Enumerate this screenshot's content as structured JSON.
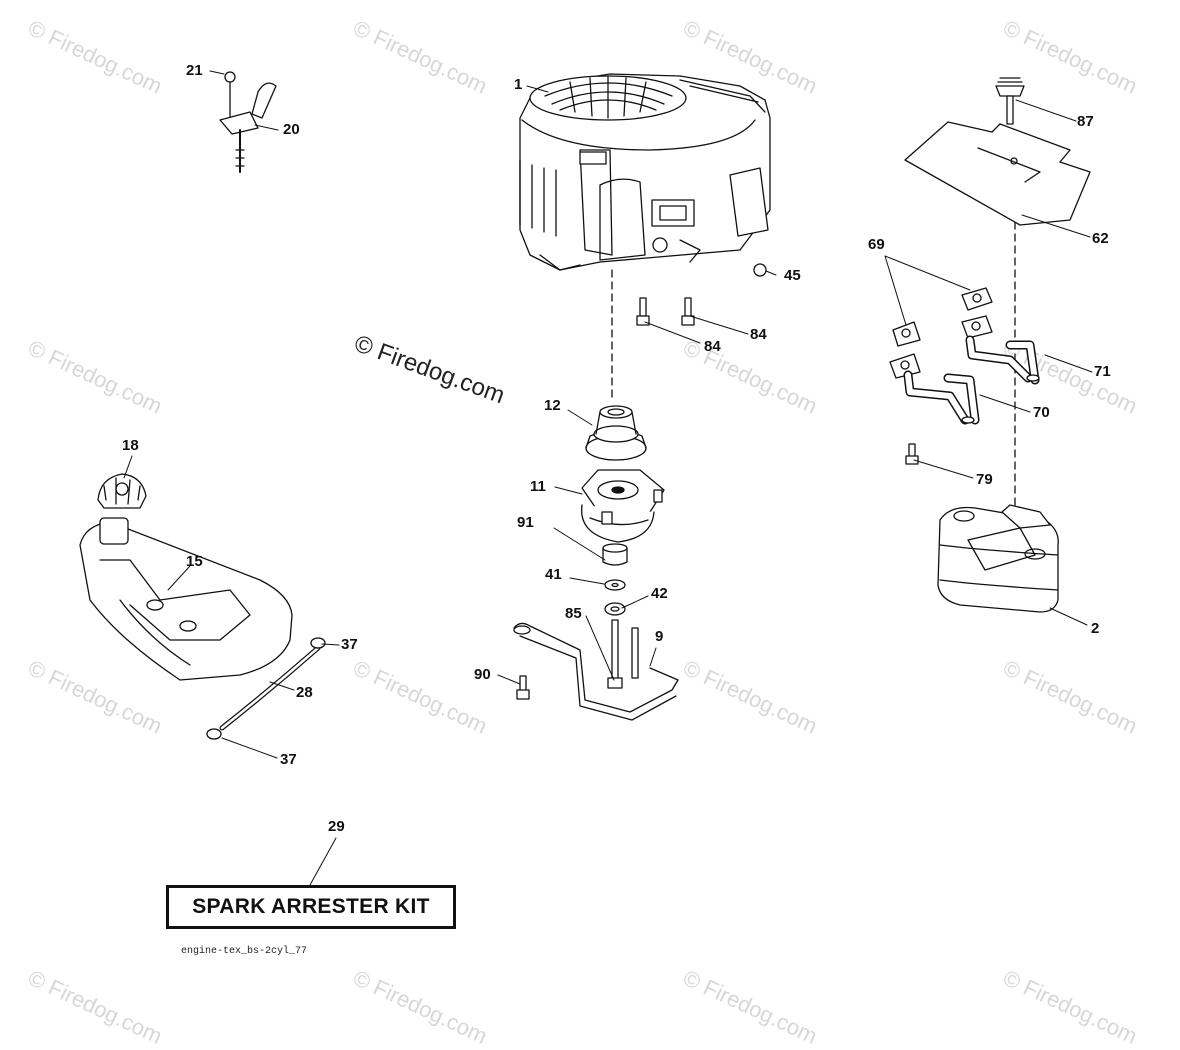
{
  "watermark": {
    "text": "© Firedog.com",
    "main_text": "© Firedog.com"
  },
  "callouts": [
    {
      "id": "c1",
      "label": "1"
    },
    {
      "id": "c2",
      "label": "2"
    },
    {
      "id": "c9",
      "label": "9"
    },
    {
      "id": "c11",
      "label": "11"
    },
    {
      "id": "c12",
      "label": "12"
    },
    {
      "id": "c15",
      "label": "15"
    },
    {
      "id": "c18",
      "label": "18"
    },
    {
      "id": "c20",
      "label": "20"
    },
    {
      "id": "c21",
      "label": "21"
    },
    {
      "id": "c28",
      "label": "28"
    },
    {
      "id": "c29",
      "label": "29"
    },
    {
      "id": "c37a",
      "label": "37"
    },
    {
      "id": "c37b",
      "label": "37"
    },
    {
      "id": "c41",
      "label": "41"
    },
    {
      "id": "c42",
      "label": "42"
    },
    {
      "id": "c45",
      "label": "45"
    },
    {
      "id": "c62",
      "label": "62"
    },
    {
      "id": "c69",
      "label": "69"
    },
    {
      "id": "c70",
      "label": "70"
    },
    {
      "id": "c71",
      "label": "71"
    },
    {
      "id": "c79",
      "label": "79"
    },
    {
      "id": "c84a",
      "label": "84"
    },
    {
      "id": "c84b",
      "label": "84"
    },
    {
      "id": "c85",
      "label": "85"
    },
    {
      "id": "c87",
      "label": "87"
    },
    {
      "id": "c90",
      "label": "90"
    },
    {
      "id": "c91",
      "label": "91"
    }
  ],
  "kit_label": "SPARK ARRESTER KIT",
  "reference_code": "engine-tex_bs-2cyl_77"
}
